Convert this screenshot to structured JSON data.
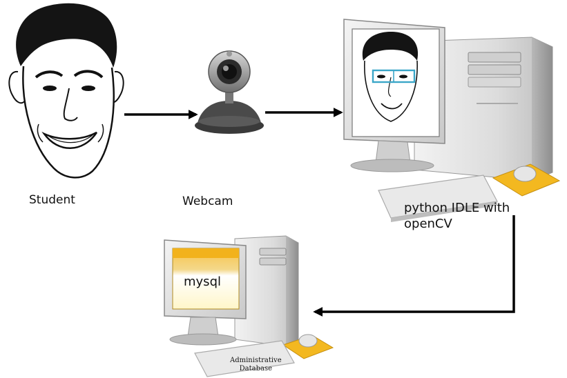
{
  "labels": {
    "student": "Student",
    "webcam": "Webcam",
    "python_line1": "python IDLE with",
    "python_line2": "openCV",
    "mysql": "mysql",
    "admin_line1": "Administrative",
    "admin_line2": "Database"
  },
  "colors": {
    "arrow": "#000000",
    "face_box": "#3aa6c8",
    "mysql_screen": "#f2b21c",
    "mousepad": "#f3b820",
    "computer": "#e4e4e4"
  },
  "icons": {
    "student": "face-sketch-icon",
    "webcam": "webcam-icon",
    "processing_pc": "desktop-computer-icon",
    "database_pc": "desktop-computer-icon"
  }
}
